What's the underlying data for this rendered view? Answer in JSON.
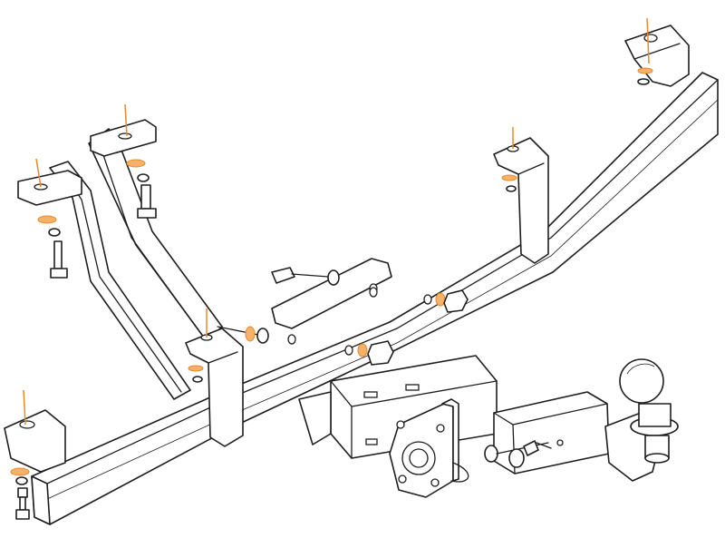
{
  "diagram": {
    "subject": "tow-hitch-assembly",
    "colors": {
      "line": "#1e1e1e",
      "background": "#ffffff",
      "accent": "#e8892b"
    },
    "parts": [
      "main-crossbar",
      "left-mounting-arm",
      "right-mounting-bracket",
      "center-mounting-brackets",
      "bolt-plate",
      "receiver-box",
      "socket-plate",
      "ball-mount",
      "tow-ball",
      "pin-and-clip",
      "bolts-and-washers"
    ]
  }
}
